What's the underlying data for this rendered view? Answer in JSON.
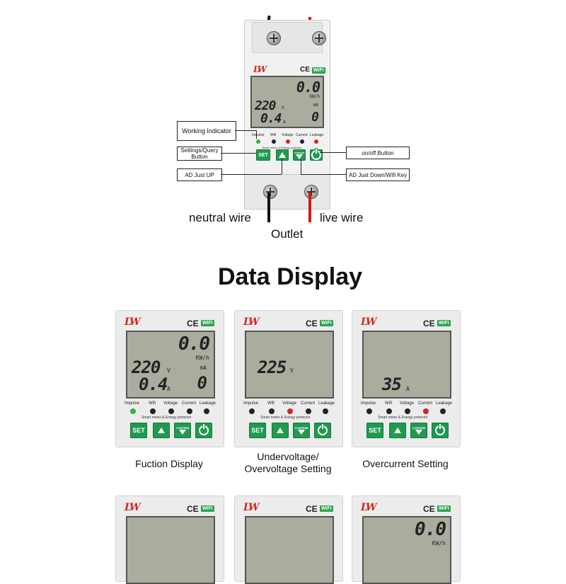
{
  "diagram": {
    "callouts": {
      "working_indicator": "Working Indicator",
      "settings_query": "Settings/Query Button",
      "ad_just_up": "AD Just UP",
      "on_off": "on/off Button",
      "ad_just_down": "AD Just Down/Wifi Key"
    },
    "wires": {
      "neutral": "neutral wire",
      "live": "live wire",
      "outlet": "Outlet"
    },
    "device": {
      "energy": "0.0",
      "energy_unit": "KW/h",
      "voltage": "220",
      "voltage_unit": "V",
      "current": "0.4",
      "current_unit": "A",
      "leakage": "0",
      "leakage_unit": "mA",
      "indicators": [
        "Impulse",
        "Wifi",
        "Voltage",
        "Current",
        "Leakage"
      ],
      "subtitle": "Smart meter & Energy protector",
      "set_label": "SET",
      "confirm_label": "CONFIRM",
      "ce_mark": "CE",
      "wifi_badge": "WiFi",
      "logo": "LW"
    }
  },
  "section_title": "Data Display",
  "panels": [
    {
      "caption": "Fuction Display",
      "energy": "0.0",
      "energy_unit": "KW/h",
      "voltage": "220",
      "voltage_unit": "V",
      "current": "0.4",
      "current_unit": "A",
      "leakage": "0",
      "leakage_unit": "mA"
    },
    {
      "caption": "Undervoltage/ Overvoltage Setting",
      "voltage": "225",
      "voltage_unit": "V"
    },
    {
      "caption": "Overcurrent Setting",
      "current": "35",
      "current_unit": "A"
    }
  ],
  "bottom_panels": [
    {
      "energy": ""
    },
    {
      "energy": ""
    },
    {
      "energy": "0.0",
      "energy_unit": "KW/h"
    }
  ],
  "colors": {
    "button_green": "#1f9a50",
    "logo_red": "#cf2a1f",
    "live_wire": "#d41a14",
    "lcd_bg": "#a9ad9e"
  }
}
